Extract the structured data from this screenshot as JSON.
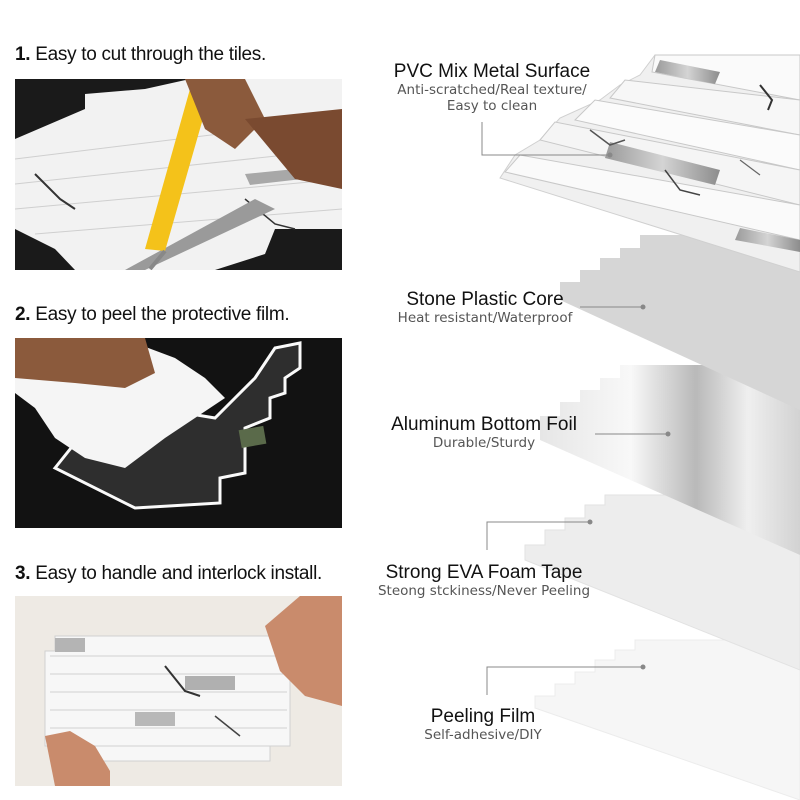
{
  "steps": [
    {
      "num": "1.",
      "text": "Easy to cut through the tiles."
    },
    {
      "num": "2.",
      "text": "Easy to peel the protective film."
    },
    {
      "num": "3.",
      "text": "Easy to handle and interlock install."
    }
  ],
  "layers": [
    {
      "title": "PVC Mix Metal Surface",
      "sub1": "Anti-scratched/Real texture/",
      "sub2": "Easy to clean"
    },
    {
      "title": "Stone Plastic Core",
      "sub1": "Heat resistant/Waterproof",
      "sub2": ""
    },
    {
      "title": "Aluminum Bottom Foil",
      "sub1": "Durable/Sturdy",
      "sub2": ""
    },
    {
      "title": "Strong EVA Foam Tape",
      "sub1": "Steong stckiness/Never Peeling",
      "sub2": ""
    },
    {
      "title": "Peeling Film",
      "sub1": "Self-adhesive/DIY",
      "sub2": ""
    }
  ],
  "colors": {
    "text": "#111111",
    "subtext": "#555555",
    "leader": "#888888"
  }
}
